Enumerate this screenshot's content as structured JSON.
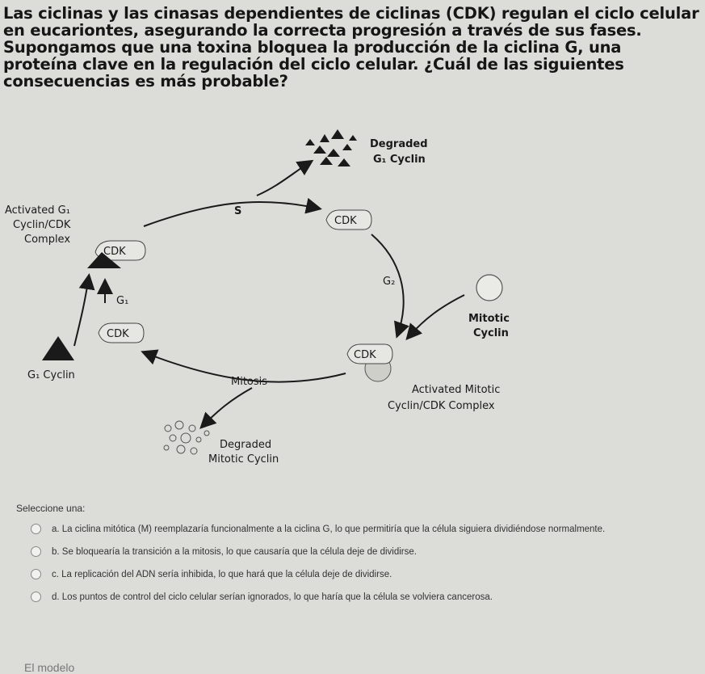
{
  "question": "Las ciclinas y las cinasas dependientes de ciclinas (CDK) regulan el ciclo celular en eucariontes, asegurando la correcta progresión a través de sus fases. Supongamos que una toxina bloquea la producción de la ciclina G, una proteína clave en la regulación del ciclo celular. ¿Cuál de las siguientes consecuencias es más probable?",
  "diagram": {
    "degraded_g1": [
      "Degraded",
      "G₁ Cyclin"
    ],
    "s_label": "S",
    "cdk_top": "CDK",
    "activated_g1": [
      "Activated G₁",
      "Cyclin/CDK",
      "Complex"
    ],
    "cdk_left_top": "CDK",
    "g1_arrow": "G₁",
    "cdk_left": "CDK",
    "g1_cyclin": "G₁ Cyclin",
    "g2_label": "G₂",
    "mitotic_cyclin": [
      "Mitotic",
      "Cyclin"
    ],
    "cdk_right": "CDK",
    "activated_mitotic": [
      "Activated Mitotic",
      "Cyclin/CDK Complex"
    ],
    "mitosis_label": "Mitosis",
    "degraded_mitotic": [
      "Degraded",
      "Mitotic Cyclin"
    ]
  },
  "select_prompt": "Seleccione una:",
  "options": [
    "a. La ciclina mitótica (M) reemplazaría funcionalmente a la ciclina G, lo que permitiría que la célula siguiera dividiéndose normalmente.",
    "b. Se bloquearía la transición a la mitosis, lo que causaría que la célula deje de dividirse.",
    "c. La replicación del ADN sería inhibida, lo que hará que la célula deje de dividirse.",
    "d. Los puntos de control del ciclo celular serían ignorados, lo que haría que la célula se volviera cancerosa."
  ],
  "footer": "El modelo"
}
